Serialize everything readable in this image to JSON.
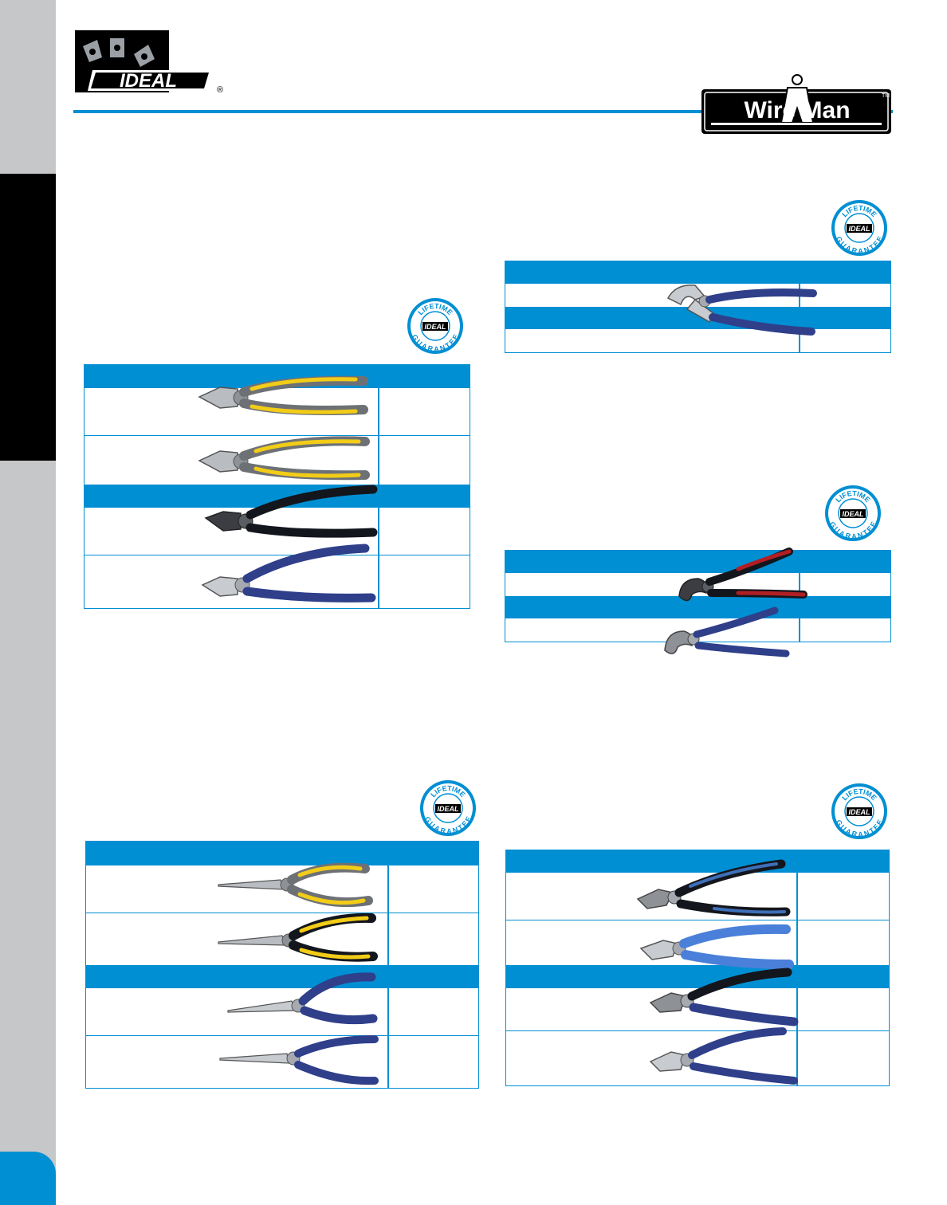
{
  "branding": {
    "ideal_logo_text": "IDEAL",
    "ideal_registered_mark": "®",
    "wireman_logo_text": "Wire Man",
    "wireman_trademark": "TM"
  },
  "seal": {
    "top_text": "LIFETIME",
    "brand_text": "IDEAL",
    "bottom_text": "GUARANTEE"
  },
  "colors": {
    "brand_blue": "#008fd3",
    "side_gray": "#c6c7c9",
    "side_black": "#000000",
    "handle_yellow": "#f2cc17",
    "handle_gray": "#6d7176",
    "handle_navy": "#2f3f8a",
    "handle_black": "#14161d",
    "handle_red": "#b01f24",
    "handle_blue": "#4a80d9",
    "steel": "#b9bdc2"
  },
  "tables": [
    {
      "id": "linemans-pliers",
      "tools": [
        "linemans-yellow-gray",
        "linemans-yellow-gray",
        "linemans-black",
        "linemans-navy"
      ]
    },
    {
      "id": "tongue-groove-pliers",
      "tools": [
        "tongue-groove-navy"
      ]
    },
    {
      "id": "cable-cutters",
      "tools": [
        "cable-cutter-red",
        "cable-cutter-navy"
      ]
    },
    {
      "id": "long-nose-pliers",
      "tools": [
        "long-nose-yellow-gray",
        "long-nose-yellow-black",
        "long-nose-navy",
        "long-nose-navy"
      ]
    },
    {
      "id": "diagonal-cutters",
      "tools": [
        "diagonal-blue-black",
        "diagonal-light-blue",
        "diagonal-black-navy",
        "diagonal-navy"
      ]
    }
  ]
}
